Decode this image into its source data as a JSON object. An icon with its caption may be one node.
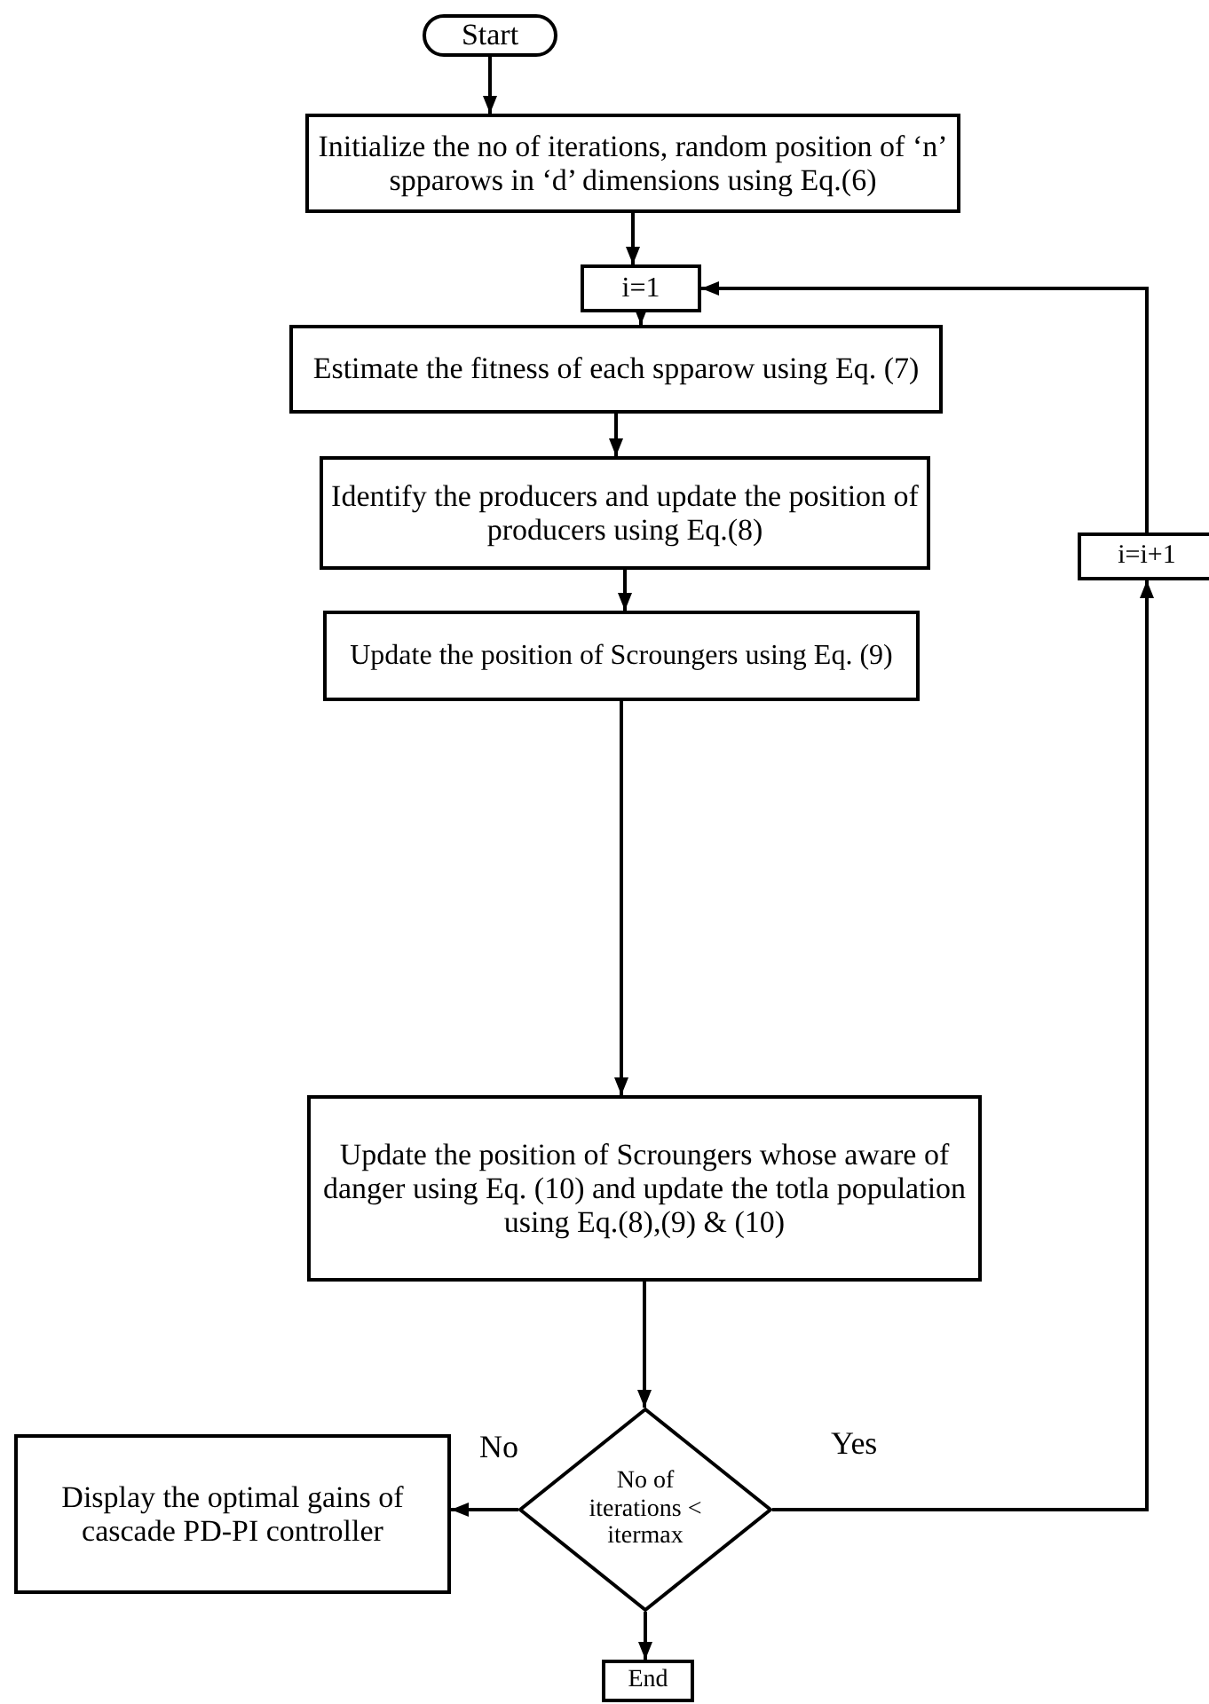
{
  "diagram": {
    "nodes": [
      {
        "text": [
          "Start"
        ]
      },
      {
        "text": [
          "Initialize the no of iterations, random position of ‘n’ spparows in ‘d’ dimensions using Eq.(6)"
        ]
      },
      {
        "text": [
          "i=1"
        ]
      },
      {
        "text": [
          "Estimate the fitness of each spparow using Eq. (7)"
        ]
      },
      {
        "text": [
          "Identify the producers and update the position of producers using Eq.(8)"
        ]
      },
      {
        "text": [
          "Update the position of Scroungers using Eq. (9)"
        ]
      },
      {
        "text": [
          "Update the position of Scroungers whose aware of danger using Eq. (10) and update the totla population using Eq.(8),(9) & (10)"
        ]
      },
      {
        "text": [
          "No of iterations < itermax"
        ]
      },
      {
        "text": [
          "Display the optimal gains of cascade PD-PI controller"
        ]
      },
      {
        "text": [
          "End"
        ]
      },
      {
        "text": [
          "i=i+1"
        ]
      }
    ],
    "edges": [
      {
        "from": 0,
        "to": 1,
        "arrow": "to"
      },
      {
        "from": 1,
        "to": 2,
        "arrow": "to"
      },
      {
        "from": 2,
        "to": 3,
        "arrow": "to"
      },
      {
        "from": 3,
        "to": 4,
        "arrow": "to"
      },
      {
        "from": 4,
        "to": 5,
        "arrow": "to"
      },
      {
        "from": 5,
        "to": 6,
        "arrow": "to"
      },
      {
        "from": 6,
        "to": 7,
        "arrow": "to"
      },
      {
        "from": 7,
        "to": 8,
        "arrow": "to",
        "label": "No"
      },
      {
        "from": 7,
        "to": 10,
        "arrow": "to",
        "label": "Yes"
      },
      {
        "from": 10,
        "to": 2,
        "arrow": "to"
      },
      {
        "from": 7,
        "to": 9,
        "arrow": "to"
      }
    ]
  }
}
